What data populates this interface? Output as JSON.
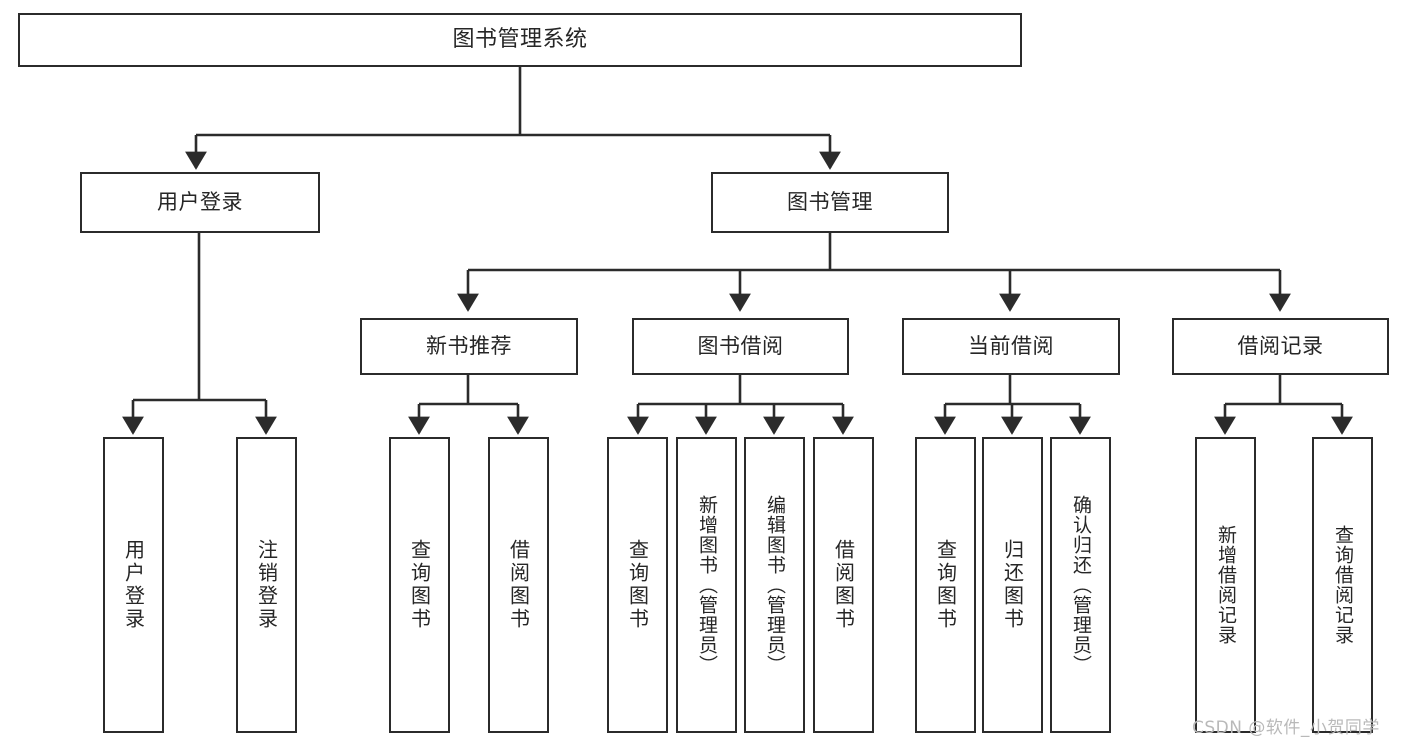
{
  "diagram": {
    "type": "tree-hierarchy-chart",
    "title": "图书管理系统",
    "stroke_color": "#2b2b2b",
    "text_color": "#262626",
    "background_color": "#ffffff",
    "watermark": "CSDN @软件_小贺同学"
  },
  "nodes": {
    "root": {
      "label": "图书管理系统"
    },
    "level2": [
      {
        "id": "user-login",
        "label": "用户登录"
      },
      {
        "id": "book-manage",
        "label": "图书管理"
      }
    ],
    "level3": [
      {
        "id": "new-book-recommend",
        "label": "新书推荐"
      },
      {
        "id": "book-borrow",
        "label": "图书借阅"
      },
      {
        "id": "current-borrow",
        "label": "当前借阅"
      },
      {
        "id": "borrow-record",
        "label": "借阅记录"
      }
    ],
    "leaves": {
      "user_login": [
        {
          "id": "leaf-user-login",
          "label": "用户登录"
        },
        {
          "id": "leaf-logout-login",
          "label": "注销登录"
        }
      ],
      "new_book_recommend": [
        {
          "id": "leaf-query-book-1",
          "label": "查询图书"
        },
        {
          "id": "leaf-borrow-book-1",
          "label": "借阅图书"
        }
      ],
      "book_borrow": [
        {
          "id": "leaf-query-book-2",
          "label": "查询图书"
        },
        {
          "id": "leaf-add-book",
          "label": "新增图书（管理员）"
        },
        {
          "id": "leaf-edit-book",
          "label": "编辑图书（管理员）"
        },
        {
          "id": "leaf-borrow-book-2",
          "label": "借阅图书"
        }
      ],
      "current_borrow": [
        {
          "id": "leaf-query-book-3",
          "label": "查询图书"
        },
        {
          "id": "leaf-return-book",
          "label": "归还图书"
        },
        {
          "id": "leaf-confirm-return",
          "label": "确认归还（管理员）"
        }
      ],
      "borrow_record": [
        {
          "id": "leaf-add-record",
          "label": "新增借阅记录"
        },
        {
          "id": "leaf-query-record",
          "label": "查询借阅记录"
        }
      ]
    }
  }
}
